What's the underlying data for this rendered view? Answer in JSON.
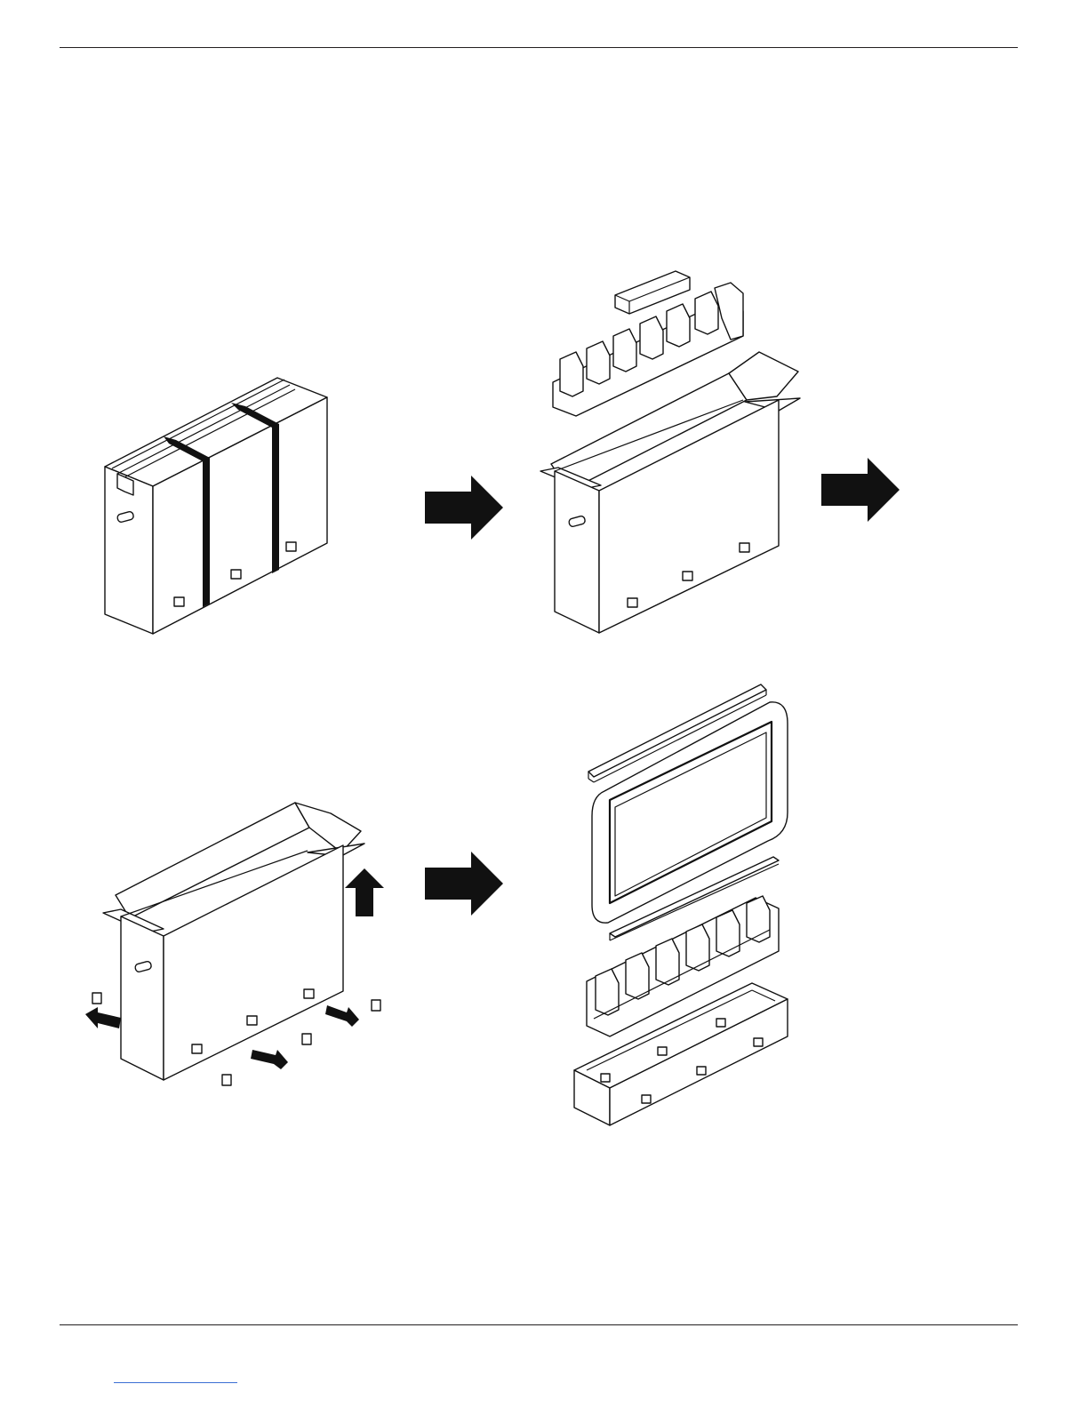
{
  "page": {
    "header_rule": true,
    "footer_rule": true,
    "footer_link_underline": true
  },
  "figure": {
    "steps": [
      {
        "name": "strapped-carton"
      },
      {
        "name": "open-carton-remove-foam"
      },
      {
        "name": "remove-clips-lift-sleeve"
      },
      {
        "name": "unpacked-display-exploded"
      }
    ],
    "arrows": 3,
    "colors": {
      "line": "#111111",
      "background": "#ffffff",
      "link": "#3b6fd4"
    }
  }
}
